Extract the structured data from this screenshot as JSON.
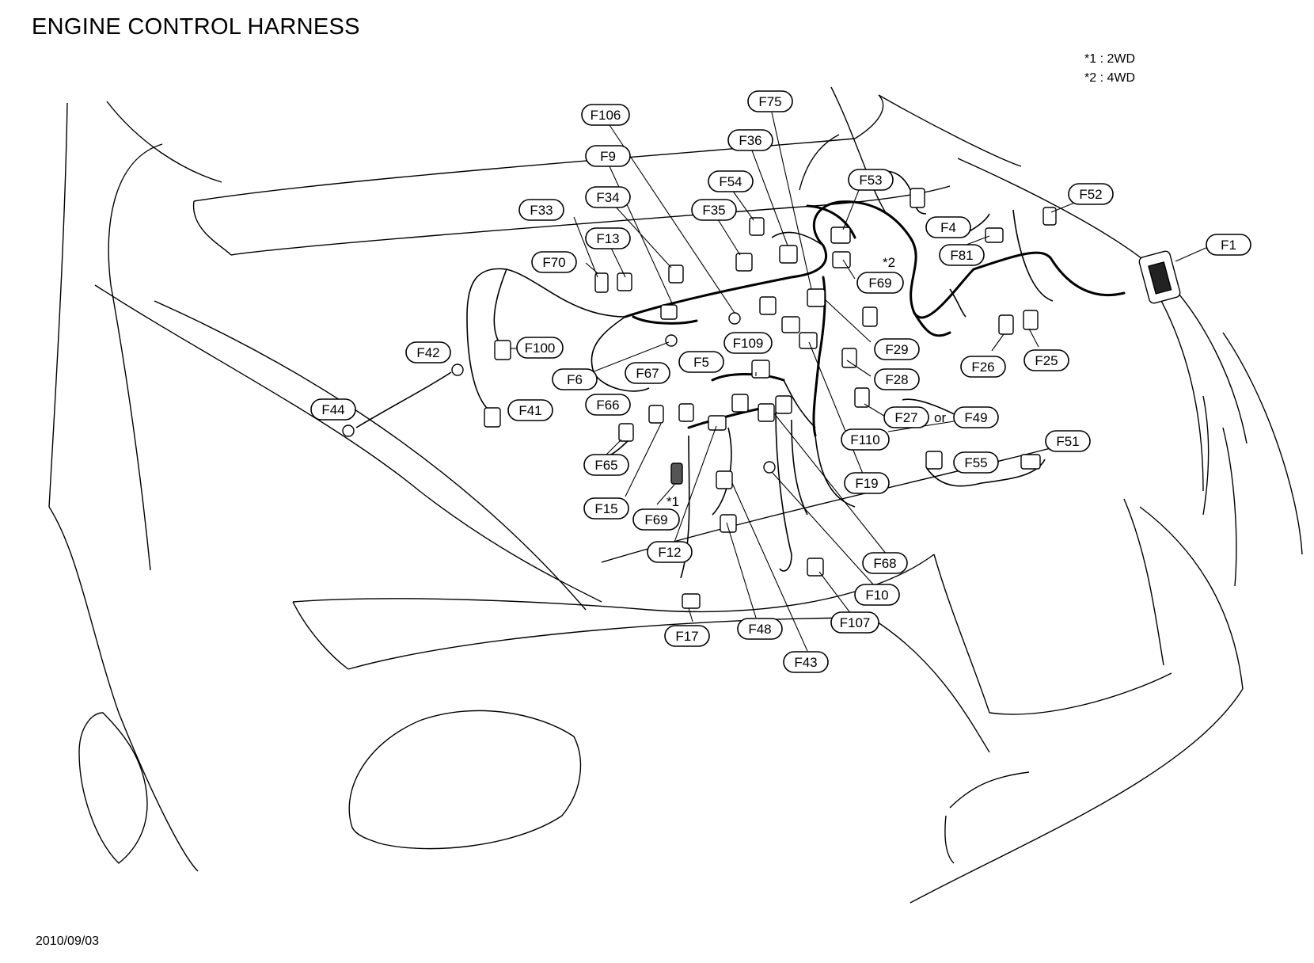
{
  "title": "ENGINE CONTROL HARNESS",
  "legend": [
    {
      "mark": "*1",
      "text": ": 2WD"
    },
    {
      "mark": "*2",
      "text": ": 4WD"
    }
  ],
  "date": "2010/09/03",
  "connectors": {
    "F106": "F106",
    "F75": "F75",
    "F9": "F9",
    "F36": "F36",
    "F34": "F34",
    "F54": "F54",
    "F53": "F53",
    "F33": "F33",
    "F35": "F35",
    "F13": "F13",
    "F70": "F70",
    "F52": "F52",
    "F4": "F4",
    "F81": "F81",
    "F1": "F1",
    "F69a": "F69",
    "F100": "F100",
    "F42": "F42",
    "F109": "F109",
    "F29": "F29",
    "F5": "F5",
    "F6": "F6",
    "F67": "F67",
    "F28": "F28",
    "F26": "F26",
    "F25": "F25",
    "F44": "F44",
    "F41": "F41",
    "F66": "F66",
    "F27": "F27",
    "F49": "F49",
    "F110": "F110",
    "F65": "F65",
    "F55": "F55",
    "F51": "F51",
    "F19": "F19",
    "F15": "F15",
    "F69b": "F69",
    "F12": "F12",
    "F68": "F68",
    "F10": "F10",
    "F107": "F107",
    "F17": "F17",
    "F48": "F48",
    "F43": "F43"
  },
  "or_text": "or",
  "variant_marks": {
    "m1": "*1",
    "m2": "*2"
  }
}
